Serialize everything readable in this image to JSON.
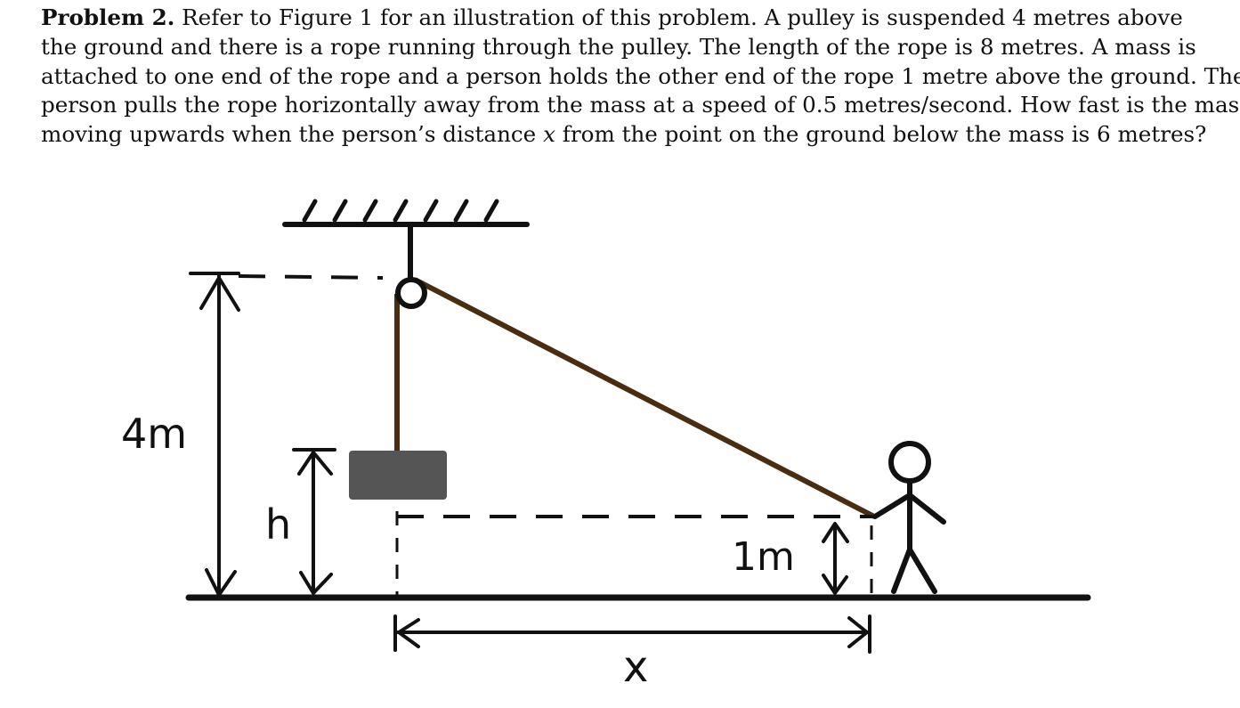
{
  "problem": {
    "label": "Problem 2.",
    "line1": "Refer to Figure 1 for an illustration of this problem. A pulley is suspended 4 metres above",
    "line2": "the ground and there is a rope running through the pulley. The length of the rope is 8 metres. A mass is",
    "line3": "attached to one end of the rope and a person holds the other end of the rope 1 metre above the ground. The",
    "line4": "person pulls the rope horizontally away from the mass at a speed of 0.5 metres/second. How fast is the mass",
    "line5_pre": "moving upwards when the person’s distance",
    "line5_var": "x",
    "line5_post": "from the point on the ground below the mass is 6 metres?"
  },
  "figure": {
    "height_label": "4m",
    "mass_height_label": "h",
    "hand_height_label": "1m",
    "distance_label": "x",
    "colors": {
      "rope": "#4a2d10",
      "mass": "#555555",
      "lines": "#111111"
    }
  }
}
